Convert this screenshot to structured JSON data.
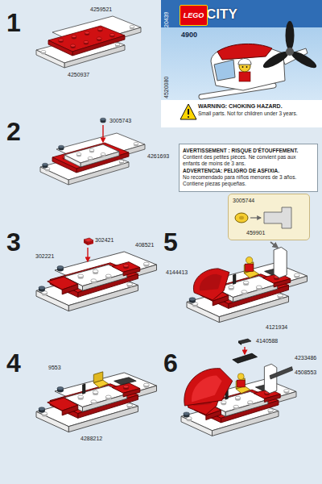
{
  "diagram": {
    "nodes": [
      {
        "text": [
          "LEGO"
        ]
      },
      {
        "text": [
          "AVERTISSEMENT : RISQUE D'ÉTOUFFEMENT.",
          "Contient des petites pièces. Ne convient pas aux enfants de moins de 3 ans.",
          "ADVERTENCIA: PELIGRO DE ASFIXIA.",
          "No recomendado para niños menores de 3 años. Contiene piezas pequeñas."
        ]
      },
      {
        "text": [
          "3005744",
          "459901"
        ]
      }
    ],
    "labels": [
      "1",
      "4259521",
      "4250937",
      "20439",
      "CITY",
      "4900",
      "4520080",
      "WARNING: CHOKING HAZARD.",
      "Small parts. Not for children under 3 years.",
      "2",
      "3005743",
      "4261693",
      "3",
      "302421",
      "302221",
      "408521",
      "5",
      "4144413",
      "4121934",
      "4",
      "9553",
      "4288212",
      "6",
      "4140588",
      "4233486",
      "4508553"
    ]
  }
}
